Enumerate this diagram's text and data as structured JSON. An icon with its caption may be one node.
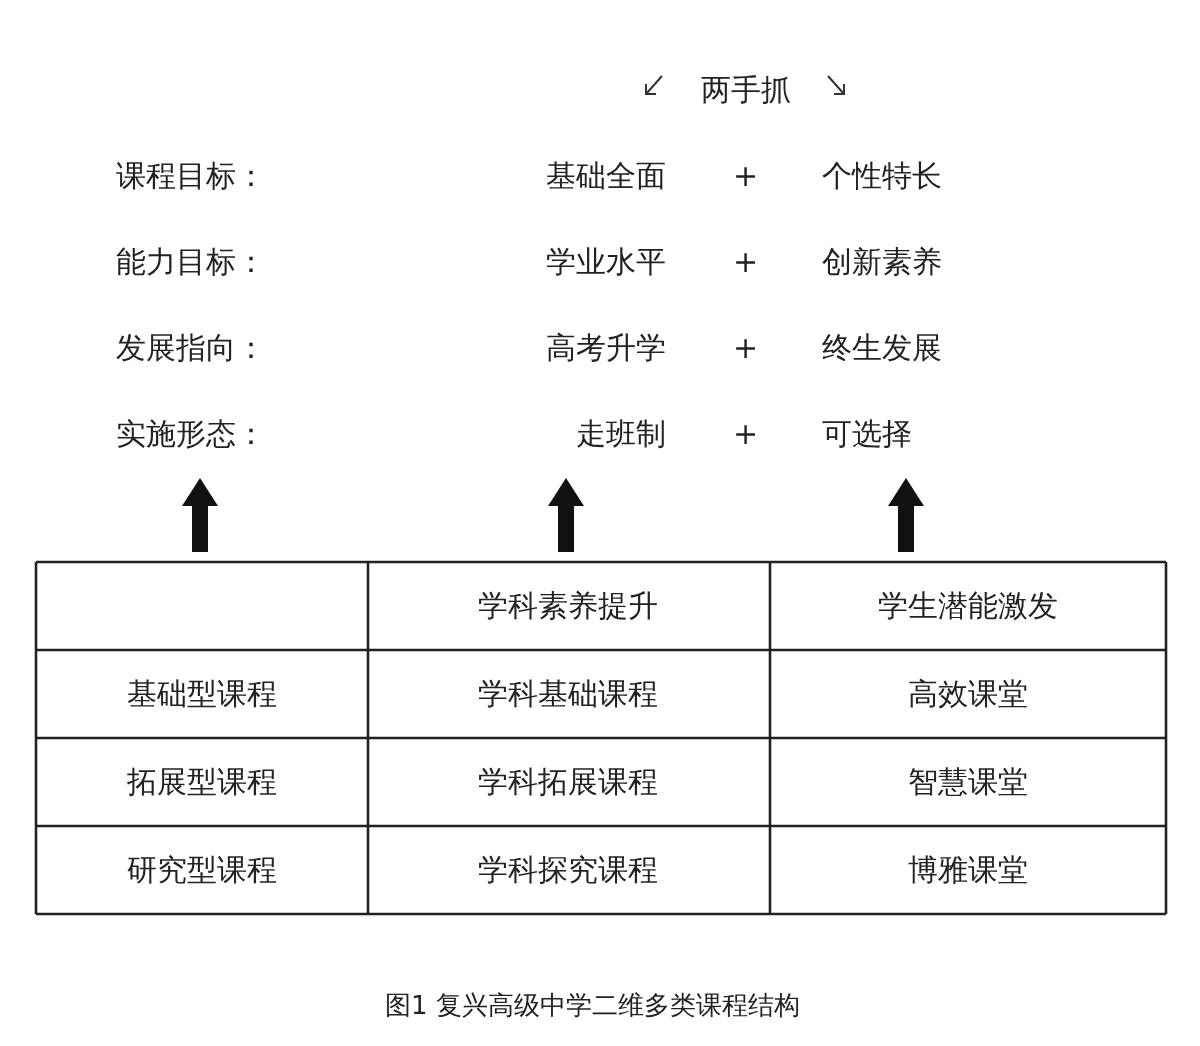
{
  "diagram": {
    "caption": "图1 复兴高级中学二维多类课程结构",
    "labels": [
      "两手抓",
      "课程目标：",
      "基础全面",
      "+",
      "个性特长",
      "能力目标：",
      "学业水平",
      "+",
      "创新素养",
      "发展指向：",
      "高考升学",
      "+",
      "终生发展",
      "实施形态：",
      "走班制",
      "+",
      "可选择",
      "学科素养提升",
      "学生潜能激发",
      "基础型课程",
      "学科基础课程",
      "高效课堂",
      "拓展型课程",
      "学科拓展课程",
      "智慧课堂",
      "研究型课程",
      "学科探究课程",
      "博雅课堂"
    ]
  }
}
